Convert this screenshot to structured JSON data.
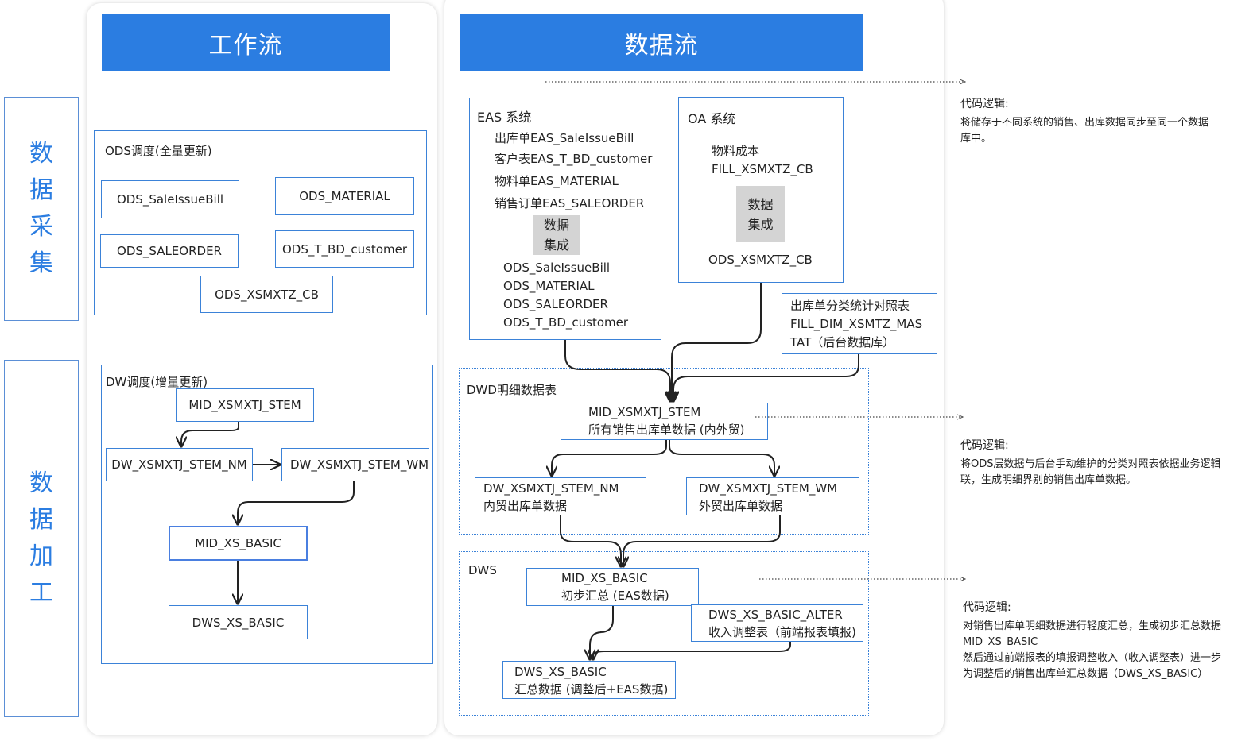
{
  "headers": {
    "workflow": "工作流",
    "dataflow": "数据流"
  },
  "side": {
    "collect": [
      "数",
      "据",
      "采",
      "集"
    ],
    "process": [
      "数",
      "据",
      "加",
      "工"
    ]
  },
  "ods": {
    "title": "ODS调度(全量更新)",
    "items": [
      "ODS_SaleIssueBill",
      "ODS_MATERIAL",
      "ODS_SALEORDER",
      "ODS_T_BD_customer",
      "ODS_XSMXTZ_CB"
    ]
  },
  "dw": {
    "title": "DW调度(增量更新)",
    "items": [
      "MID_XSMXTJ_STEM",
      "DW_XSMXTJ_STEM_NM",
      "DW_XSMXTJ_STEM_WM",
      "MID_XS_BASIC",
      "DWS_XS_BASIC"
    ]
  },
  "eas": {
    "title": "EAS 系统",
    "sources": [
      "出库单EAS_SaleIssueBill",
      "客户表EAS_T_BD_customer",
      "物料单EAS_MATERIAL",
      "销售订单EAS_SALEORDER"
    ],
    "integration": [
      "数据",
      "集成"
    ],
    "targets": [
      "ODS_SaleIssueBill",
      "ODS_MATERIAL",
      "ODS_SALEORDER",
      "ODS_T_BD_customer"
    ]
  },
  "oa": {
    "title": "OA 系统",
    "sources": [
      "物料成本",
      "FILL_XSMXTZ_CB"
    ],
    "integration": [
      "数据",
      "集成"
    ],
    "target": "ODS_XSMXTZ_CB"
  },
  "mapping": {
    "lines": [
      "出库单分类统计对照表",
      "FILL_DIM_XSMTZ_MAS",
      "TAT（后台数据库）"
    ]
  },
  "dwd": {
    "title": "DWD明细数据表",
    "mid": [
      "MID_XSMXTJ_STEM",
      "所有销售出库单数据 (内外贸)"
    ],
    "nm": [
      "DW_XSMXTJ_STEM_NM",
      "内贸出库单数据"
    ],
    "wm": [
      "DW_XSMXTJ_STEM_WM",
      "外贸出库单数据"
    ]
  },
  "dws": {
    "title": "DWS",
    "mid": [
      "MID_XS_BASIC",
      "初步汇总 (EAS数据)"
    ],
    "alter": [
      "DWS_XS_BASIC_ALTER",
      "收入调整表（前端报表填报)"
    ],
    "final": [
      "DWS_XS_BASIC",
      "汇总数据 (调整后+EAS数据)"
    ]
  },
  "notes": [
    {
      "title": "代码逻辑:",
      "lines": [
        "将储存于不同系统的销售、出库数据同步至同一个数据",
        "库中。"
      ]
    },
    {
      "title": "代码逻辑:",
      "lines": [
        "将ODS层数据与后台手动维护的分类对照表依据业务逻辑",
        "联，生成明细界别的销售出库单数据。"
      ]
    },
    {
      "title": "代码逻辑:",
      "lines": [
        "对销售出库单明细数据进行轻度汇总，生成初步汇总数据",
        "MID_XS_BASIC",
        "然后通过前端报表的填报调整收入（收入调整表）进一步",
        "为调整后的销售出库单汇总数据（DWS_XS_BASIC）"
      ]
    }
  ],
  "colors": {
    "accent": "#2b7de1",
    "border": "#3b82d8",
    "gray": "#d4d4d4"
  }
}
